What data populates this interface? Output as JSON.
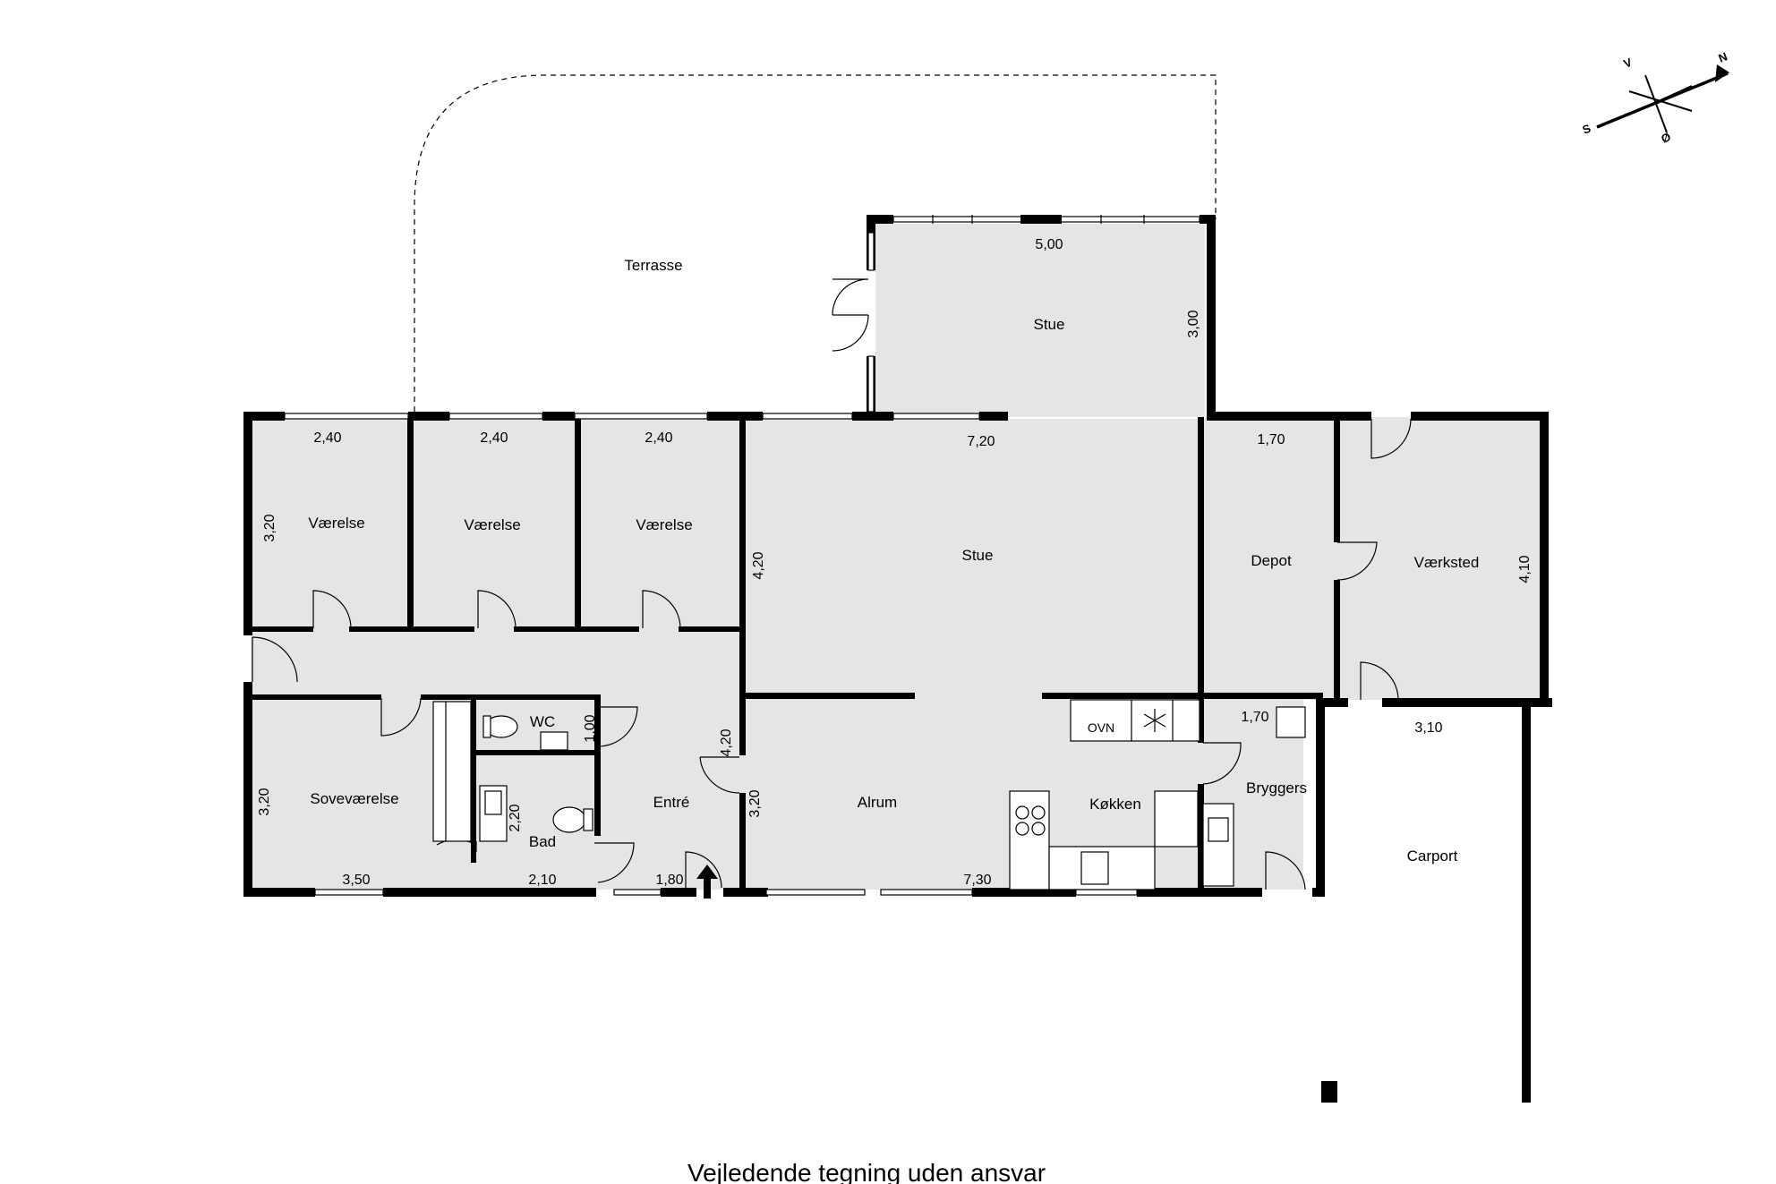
{
  "title": "Vejledende tegning uden ansvar",
  "compass": {
    "north": "N",
    "south": "S",
    "west": "V",
    "east": "Ø"
  },
  "rooms": {
    "terrasse": "Terrasse",
    "stue_top": "Stue",
    "stue": "Stue",
    "vaerelse_1": "Værelse",
    "vaerelse_2": "Værelse",
    "vaerelse_3": "Værelse",
    "depot": "Depot",
    "vaerksted": "Værksted",
    "sovevaerelse": "Soveværelse",
    "wc": "WC",
    "bad": "Bad",
    "entre": "Entré",
    "alrum": "Alrum",
    "koekken": "Køkken",
    "bryggers": "Bryggers",
    "carport": "Carport"
  },
  "fixtures": {
    "oven": "OVN"
  },
  "dimensions": {
    "stue_top_width": "5,00",
    "stue_top_depth": "3,00",
    "vaerelse_1_width": "2,40",
    "vaerelse_2_width": "2,40",
    "vaerelse_3_width": "2,40",
    "vaerelse_1_depth": "3,20",
    "stue_width": "7,20",
    "stue_depth": "4,20",
    "depot_width": "1,70",
    "vaerksted_depth": "4,10",
    "bryggers_width": "1,70",
    "carport_width": "3,10",
    "wc_depth": "1,00",
    "entre_depth": "4,20",
    "sovevaerelse_depth": "3,20",
    "bad_depth": "2,20",
    "alrum_depth": "3,20",
    "sovevaerelse_width": "3,50",
    "bad_width": "2,10",
    "entre_width": "1,80",
    "alrum_width": "7,30"
  }
}
